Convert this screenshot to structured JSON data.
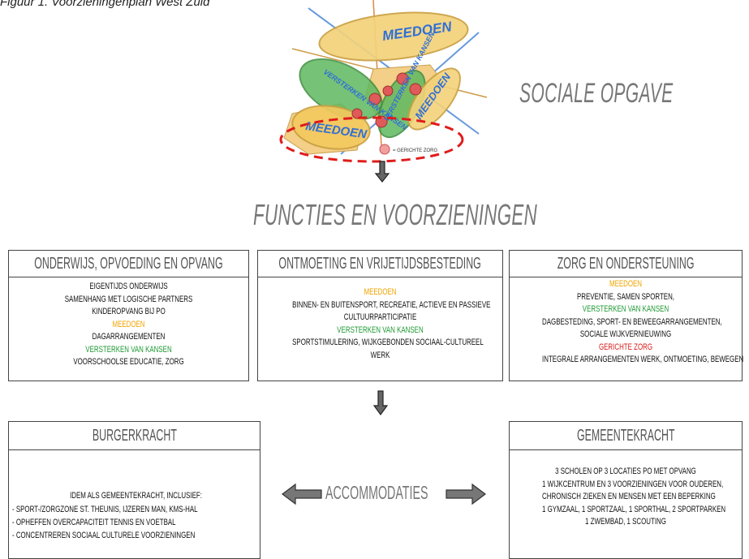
{
  "caption": "Figuur 1. Voorzieningenplan West Zuid",
  "map": {
    "labels": [
      "MEEDOEN",
      "VERSTERKEN VAN KANSEN",
      "VERSTERKEN VAN KANSEN",
      "MEEDOEN",
      "MEEDOEN"
    ],
    "legend": "= GERICHTE ZORG"
  },
  "sociale_opgave": "SOCIALE OPGAVE",
  "functies": "FUNCTIES EN VOORZIENINGEN",
  "colors": {
    "orange": "#f0a400",
    "green": "#1f9a34",
    "red": "#d91b1b",
    "gray": "#777777"
  },
  "boxes": {
    "onderwijs": {
      "title": "ONDERWIJS, OPVOEDING EN OPVANG",
      "lines": [
        {
          "text": "EIGENTIJDS ONDERWIJS",
          "tone": "black"
        },
        {
          "text": "SAMENHANG MET LOGISCHE PARTNERS",
          "tone": "black"
        },
        {
          "text": "KINDEROPVANG BIJ PO",
          "tone": "black"
        },
        {
          "text": "MEEDOEN",
          "tone": "orange"
        },
        {
          "text": "DAGARRANGEMENTEN",
          "tone": "black"
        },
        {
          "text": "VERSTERKEN VAN KANSEN",
          "tone": "green"
        },
        {
          "text": "VOORSCHOOLSE EDUCATIE, ZORG",
          "tone": "black"
        }
      ]
    },
    "ontmoeting": {
      "title": "ONTMOETING EN VRIJETIJDSBESTEDING",
      "lines": [
        {
          "text": "MEEDOEN",
          "tone": "orange"
        },
        {
          "text": "BINNEN- EN BUITENSPORT, RECREATIE, ACTIEVE EN PASSIEVE",
          "tone": "black"
        },
        {
          "text": "CULTUURPARTICIPATIE",
          "tone": "black"
        },
        {
          "text": "VERSTERKEN VAN KANSEN",
          "tone": "green"
        },
        {
          "text": "SPORTSTIMULERING, WIJKGEBONDEN SOCIAAL-CULTUREEL",
          "tone": "black"
        },
        {
          "text": "WERK",
          "tone": "black"
        }
      ]
    },
    "zorg": {
      "title": "ZORG EN ONDERSTEUNING",
      "lines": [
        {
          "text": "MEEDOEN",
          "tone": "orange"
        },
        {
          "text": "PREVENTIE, SAMEN SPORTEN,",
          "tone": "black"
        },
        {
          "text": "VERSTERKEN VAN KANSEN",
          "tone": "green"
        },
        {
          "text": "DAGBESTEDING, SPORT- EN BEWEEGARRANGEMENTEN,",
          "tone": "black"
        },
        {
          "text": "SOCIALE WIJKVERNIEUWING",
          "tone": "black"
        },
        {
          "text": "GERICHTE ZORG",
          "tone": "red"
        },
        {
          "text": "INTEGRALE ARRANGEMENTEN WERK, ONTMOETING, BEWEGEN",
          "tone": "black"
        }
      ]
    },
    "burgerkracht": {
      "title": "BURGERKRACHT",
      "intro": "IDEM ALS GEMEENTEKRACHT, INCLUSIEF:",
      "items": [
        "- SPORT-/ZORGZONE ST. THEUNIS, IJZEREN MAN, KMS-HAL",
        "- OPHEFFEN OVERCAPACITEIT TENNIS EN VOETBAL",
        "- CONCENTREREN SOCIAAL CULTURELE VOORZIENINGEN"
      ]
    },
    "gemeentekracht": {
      "title": "GEMEENTEKRACHT",
      "lines": [
        "3 SCHOLEN OP 3 LOCATIES PO MET OPVANG",
        "1 WIJKCENTRUM EN 3 VOORZIENINGEN VOOR OUDEREN,",
        "CHRONISCH ZIEKEN EN MENSEN MET EEN BEPERKING",
        "1 GYMZAAL, 1 SPORTZAAL, 1 SPORTHAL, 2 SPORTPARKEN",
        "1 ZWEMBAD, 1 SCOUTING"
      ]
    }
  },
  "accommodaties": "ACCOMMODATIES"
}
